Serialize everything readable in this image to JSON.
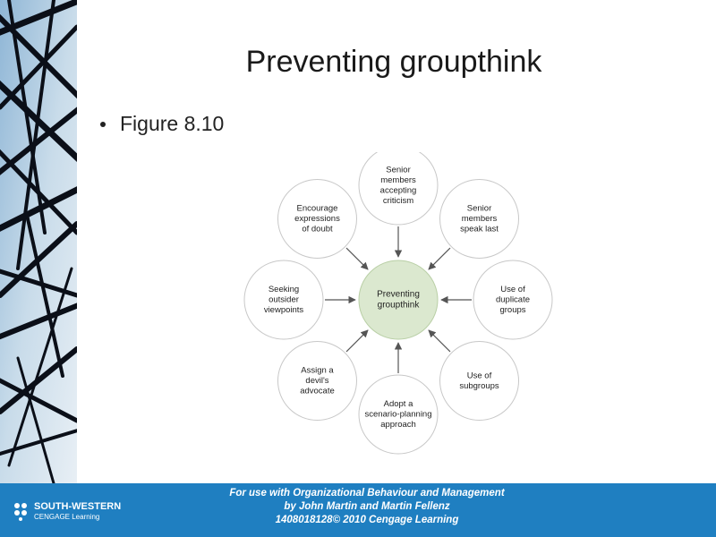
{
  "slide": {
    "title": "Preventing groupthink",
    "bullet": "Figure 8.10"
  },
  "diagram": {
    "center": [
      "Preventing",
      "groupthink"
    ],
    "nodes": [
      [
        "Senior",
        "members",
        "accepting",
        "criticism"
      ],
      [
        "Senior",
        "members",
        "speak last"
      ],
      [
        "Use of",
        "duplicate",
        "groups"
      ],
      [
        "Use of",
        "subgroups"
      ],
      [
        "Adopt a",
        "scenario-planning",
        "approach"
      ],
      [
        "Assign a",
        "devil's",
        "advocate"
      ],
      [
        "Seeking",
        "outsider",
        "viewpoints"
      ],
      [
        "Encourage",
        "expressions",
        "of doubt"
      ]
    ],
    "colors": {
      "center_fill": "#dbe8cf",
      "node_fill": "#ffffff",
      "node_stroke": "#c8c8c8",
      "arrow": "#555555"
    }
  },
  "footer": {
    "logo_line1": "SOUTH-WESTERN",
    "logo_line2": "CENGAGE Learning",
    "line1": "For use with Organizational Behaviour and Management",
    "line2": "by John Martin and Martin Fellenz",
    "line3": "1408018128© 2010 Cengage Learning",
    "color": "#1f7fc1"
  }
}
